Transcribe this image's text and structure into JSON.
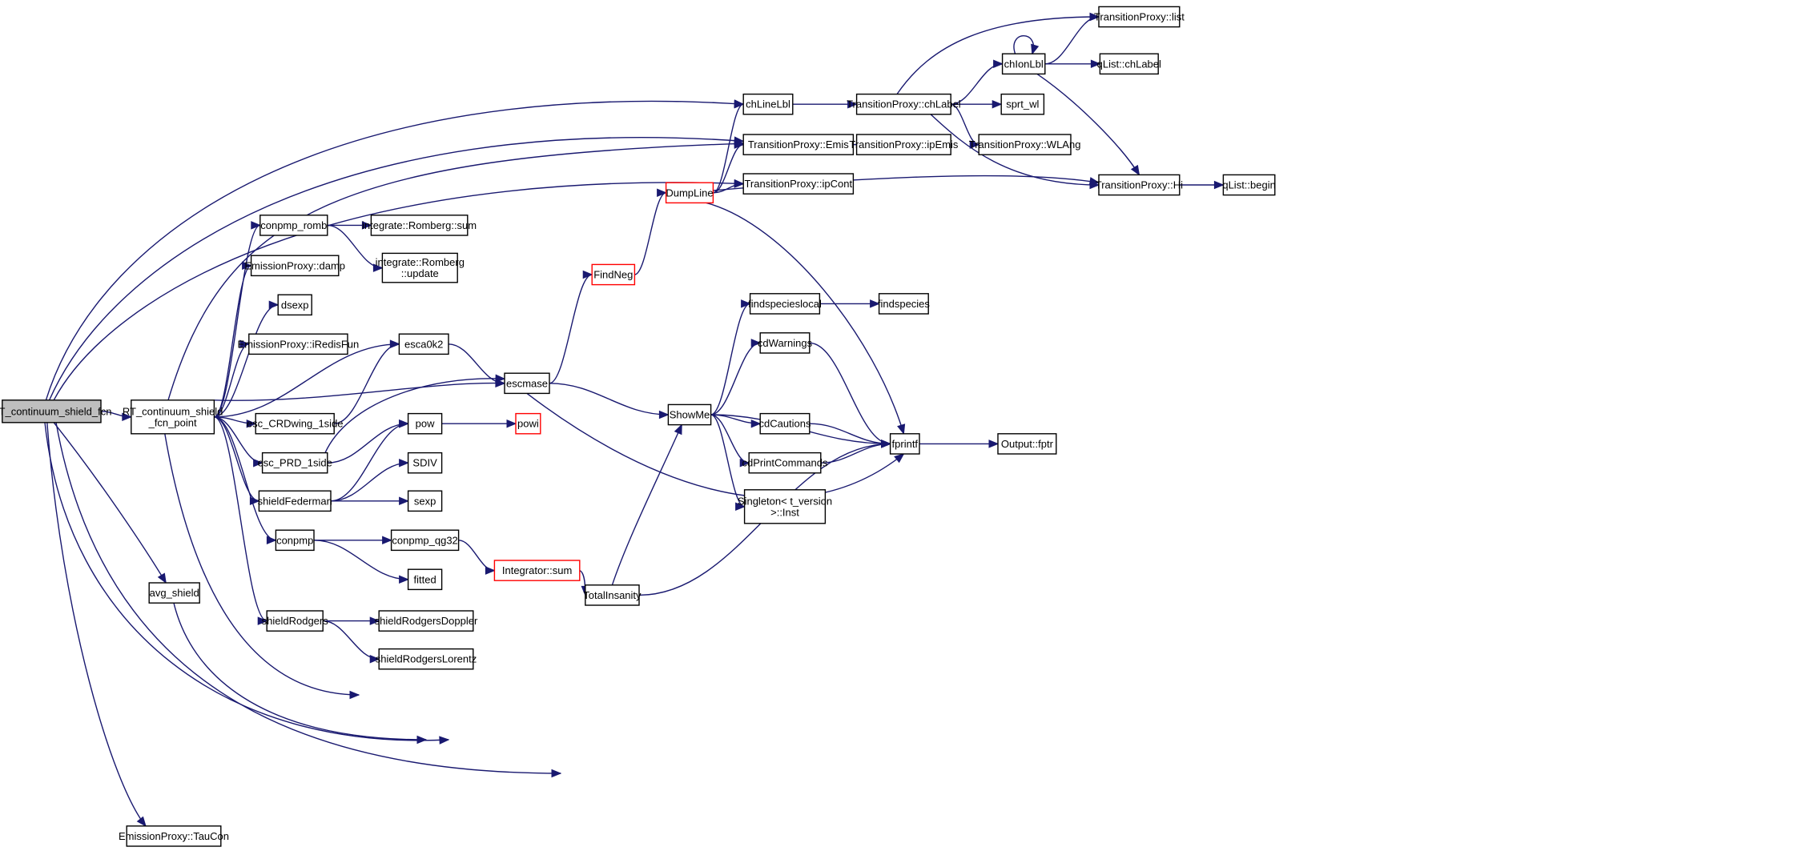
{
  "graph": {
    "type": "call-graph",
    "nodes": [
      {
        "id": "root",
        "lines": [
          "RT_continuum_shield_fcn"
        ],
        "style": "root"
      },
      {
        "id": "point",
        "lines": [
          "RT_continuum_shield",
          "_fcn_point"
        ],
        "style": "normal"
      },
      {
        "id": "avg_shield",
        "lines": [
          "avg_shield"
        ],
        "style": "normal"
      },
      {
        "id": "taucon",
        "lines": [
          "EmissionProxy::TauCon"
        ],
        "style": "normal"
      },
      {
        "id": "conpmp_romb",
        "lines": [
          "conpmp_romb"
        ],
        "style": "normal"
      },
      {
        "id": "damp",
        "lines": [
          "EmissionProxy::damp"
        ],
        "style": "normal"
      },
      {
        "id": "dsexp",
        "lines": [
          "dsexp"
        ],
        "style": "normal"
      },
      {
        "id": "iredis",
        "lines": [
          "EmissionProxy::iRedisFun"
        ],
        "style": "normal"
      },
      {
        "id": "esc_crd",
        "lines": [
          "esc_CRDwing_1side"
        ],
        "style": "normal"
      },
      {
        "id": "esc_prd",
        "lines": [
          "esc_PRD_1side"
        ],
        "style": "normal"
      },
      {
        "id": "shieldfed",
        "lines": [
          "shieldFederman"
        ],
        "style": "normal"
      },
      {
        "id": "conpmp",
        "lines": [
          "conpmp"
        ],
        "style": "normal"
      },
      {
        "id": "shieldrog",
        "lines": [
          "shieldRodgers"
        ],
        "style": "normal"
      },
      {
        "id": "romb_sum",
        "lines": [
          "integrate::Romberg::sum"
        ],
        "style": "normal"
      },
      {
        "id": "romb_update",
        "lines": [
          "integrate::Romberg",
          "::update"
        ],
        "style": "normal"
      },
      {
        "id": "esca0k2",
        "lines": [
          "esca0k2"
        ],
        "style": "normal"
      },
      {
        "id": "pow",
        "lines": [
          "pow"
        ],
        "style": "normal"
      },
      {
        "id": "sdiv",
        "lines": [
          "SDIV"
        ],
        "style": "normal"
      },
      {
        "id": "sexp",
        "lines": [
          "sexp"
        ],
        "style": "normal"
      },
      {
        "id": "conpmp_qg32",
        "lines": [
          "conpmp_qg32"
        ],
        "style": "normal"
      },
      {
        "id": "fitted",
        "lines": [
          "fitted"
        ],
        "style": "normal"
      },
      {
        "id": "rogdop",
        "lines": [
          "shieldRodgersDoppler"
        ],
        "style": "normal"
      },
      {
        "id": "roglor",
        "lines": [
          "shieldRodgersLorentz"
        ],
        "style": "normal"
      },
      {
        "id": "escmase",
        "lines": [
          "escmase"
        ],
        "style": "normal"
      },
      {
        "id": "powi",
        "lines": [
          "powi"
        ],
        "style": "red"
      },
      {
        "id": "integ_sum",
        "lines": [
          "Integrator::sum"
        ],
        "style": "red"
      },
      {
        "id": "findneg",
        "lines": [
          "FindNeg"
        ],
        "style": "red"
      },
      {
        "id": "totalins",
        "lines": [
          "TotalInsanity"
        ],
        "style": "normal"
      },
      {
        "id": "dumpline",
        "lines": [
          "DumpLine"
        ],
        "style": "red"
      },
      {
        "id": "showme",
        "lines": [
          "ShowMe"
        ],
        "style": "normal"
      },
      {
        "id": "chlinelbl",
        "lines": [
          "chLineLbl"
        ],
        "style": "normal"
      },
      {
        "id": "tp_emis",
        "lines": [
          "TransitionProxy::Emis"
        ],
        "style": "normal"
      },
      {
        "id": "tp_ipcont",
        "lines": [
          "TransitionProxy::ipCont"
        ],
        "style": "normal"
      },
      {
        "id": "findspecieslocal",
        "lines": [
          "findspecieslocal"
        ],
        "style": "normal"
      },
      {
        "id": "cdwarnings",
        "lines": [
          "cdWarnings"
        ],
        "style": "normal"
      },
      {
        "id": "cdcautions",
        "lines": [
          "cdCautions"
        ],
        "style": "normal"
      },
      {
        "id": "cdprintcommands",
        "lines": [
          "cdPrintCommands"
        ],
        "style": "normal"
      },
      {
        "id": "singleton",
        "lines": [
          "Singleton< t_version",
          ">::Inst"
        ],
        "style": "normal"
      },
      {
        "id": "tp_chlabel",
        "lines": [
          "TransitionProxy::chLabel"
        ],
        "style": "normal"
      },
      {
        "id": "tp_ipemis",
        "lines": [
          "TransitionProxy::ipEmis"
        ],
        "style": "normal"
      },
      {
        "id": "findspecies",
        "lines": [
          "findspecies"
        ],
        "style": "normal"
      },
      {
        "id": "fprintf",
        "lines": [
          "fprintf"
        ],
        "style": "normal"
      },
      {
        "id": "chionlbl",
        "lines": [
          "chIonLbl"
        ],
        "style": "normal"
      },
      {
        "id": "sprt_wl",
        "lines": [
          "sprt_wl"
        ],
        "style": "normal"
      },
      {
        "id": "tp_wlang",
        "lines": [
          "TransitionProxy::WLAng"
        ],
        "style": "normal"
      },
      {
        "id": "tp_list",
        "lines": [
          "TransitionProxy::list"
        ],
        "style": "normal"
      },
      {
        "id": "qlist_chlabel",
        "lines": [
          "qList::chLabel"
        ],
        "style": "normal"
      },
      {
        "id": "tp_hi",
        "lines": [
          "TransitionProxy::Hi"
        ],
        "style": "normal"
      },
      {
        "id": "qlist_begin",
        "lines": [
          "qList::begin"
        ],
        "style": "normal"
      },
      {
        "id": "output_fptr",
        "lines": [
          "Output::fptr"
        ],
        "style": "normal"
      }
    ],
    "edges": [
      [
        "root",
        "point"
      ],
      [
        "root",
        "avg_shield"
      ],
      [
        "root",
        "taucon"
      ],
      [
        "root",
        "chlinelbl"
      ],
      [
        "root",
        "tp_emis"
      ],
      [
        "root",
        "tp_ipcont"
      ],
      [
        "root",
        "totalins"
      ],
      [
        "root",
        "fprintf"
      ],
      [
        "point",
        "conpmp_romb"
      ],
      [
        "point",
        "damp"
      ],
      [
        "point",
        "dsexp"
      ],
      [
        "point",
        "iredis"
      ],
      [
        "point",
        "esca0k2"
      ],
      [
        "point",
        "esc_crd"
      ],
      [
        "point",
        "esc_prd"
      ],
      [
        "point",
        "shieldfed"
      ],
      [
        "point",
        "conpmp"
      ],
      [
        "point",
        "shieldrog"
      ],
      [
        "point",
        "escmase"
      ],
      [
        "point",
        "tp_emis"
      ],
      [
        "point",
        "totalins"
      ],
      [
        "avg_shield",
        "totalins"
      ],
      [
        "conpmp_romb",
        "romb_sum"
      ],
      [
        "conpmp_romb",
        "romb_update"
      ],
      [
        "esc_crd",
        "esca0k2"
      ],
      [
        "esc_prd",
        "pow"
      ],
      [
        "esc_prd",
        "escmase"
      ],
      [
        "shieldfed",
        "pow"
      ],
      [
        "shieldfed",
        "sdiv"
      ],
      [
        "shieldfed",
        "sexp"
      ],
      [
        "conpmp",
        "conpmp_qg32"
      ],
      [
        "conpmp",
        "fitted"
      ],
      [
        "shieldrog",
        "rogdop"
      ],
      [
        "shieldrog",
        "roglor"
      ],
      [
        "esca0k2",
        "escmase"
      ],
      [
        "pow",
        "powi"
      ],
      [
        "conpmp_qg32",
        "integ_sum"
      ],
      [
        "integ_sum",
        "totalins"
      ],
      [
        "escmase",
        "findneg"
      ],
      [
        "escmase",
        "showme"
      ],
      [
        "escmase",
        "fprintf"
      ],
      [
        "findneg",
        "dumpline"
      ],
      [
        "totalins",
        "showme"
      ],
      [
        "totalins",
        "fprintf"
      ],
      [
        "dumpline",
        "chlinelbl"
      ],
      [
        "dumpline",
        "tp_emis"
      ],
      [
        "dumpline",
        "tp_ipcont"
      ],
      [
        "dumpline",
        "tp_hi"
      ],
      [
        "dumpline",
        "fprintf"
      ],
      [
        "showme",
        "findspecieslocal"
      ],
      [
        "showme",
        "cdwarnings"
      ],
      [
        "showme",
        "cdcautions"
      ],
      [
        "showme",
        "cdprintcommands"
      ],
      [
        "showme",
        "singleton"
      ],
      [
        "showme",
        "fprintf"
      ],
      [
        "chlinelbl",
        "tp_chlabel"
      ],
      [
        "tp_emis",
        "tp_ipemis"
      ],
      [
        "findspecieslocal",
        "findspecies"
      ],
      [
        "cdwarnings",
        "fprintf"
      ],
      [
        "cdcautions",
        "fprintf"
      ],
      [
        "cdprintcommands",
        "fprintf"
      ],
      [
        "tp_chlabel",
        "tp_list"
      ],
      [
        "tp_chlabel",
        "chionlbl"
      ],
      [
        "tp_chlabel",
        "sprt_wl"
      ],
      [
        "tp_chlabel",
        "tp_wlang"
      ],
      [
        "tp_chlabel",
        "tp_hi"
      ],
      [
        "chionlbl",
        "chionlbl"
      ],
      [
        "chionlbl",
        "tp_list"
      ],
      [
        "chionlbl",
        "qlist_chlabel"
      ],
      [
        "chionlbl",
        "tp_hi"
      ],
      [
        "tp_hi",
        "qlist_begin"
      ],
      [
        "fprintf",
        "output_fptr"
      ]
    ]
  }
}
